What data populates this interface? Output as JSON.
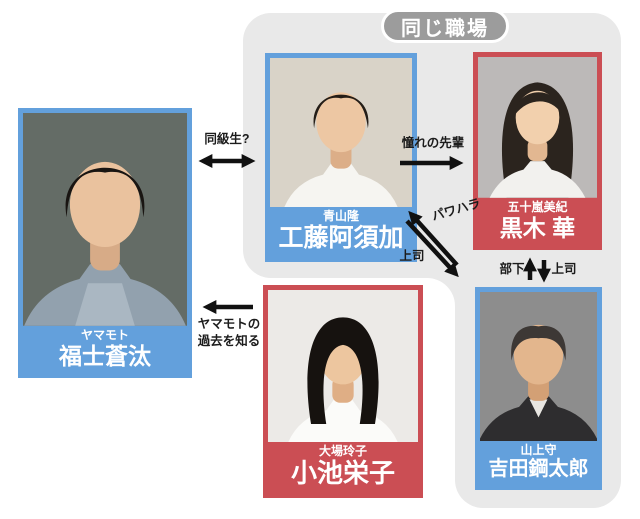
{
  "diagram": {
    "group_badge": "同じ職場",
    "people": [
      {
        "role": "ヤマモト",
        "actor": "福士蒼汰",
        "frame_color": "blue"
      },
      {
        "role": "青山隆",
        "actor": "工藤阿須加",
        "frame_color": "blue"
      },
      {
        "role": "五十嵐美紀",
        "actor": "黒木 華",
        "frame_color": "red"
      },
      {
        "role": "大場玲子",
        "actor": "小池栄子",
        "frame_color": "red"
      },
      {
        "role": "山上守",
        "actor": "吉田鋼太郎",
        "frame_color": "blue"
      }
    ],
    "relations": {
      "classmates": "同級生?",
      "admired_senior": "憧れの先輩",
      "power_harassment": "パワハラ",
      "boss_diagonal": "上司",
      "subordinate": "部下",
      "boss_vertical": "上司",
      "knows_past_line1": "ヤマモトの",
      "knows_past_line2": "過去を知る"
    },
    "colors": {
      "blue_frame": "#63a0dc",
      "red_frame": "#cb4e54",
      "panel_gray": "#e9e9e9",
      "badge_gray": "#9c9c9c",
      "arrow_black": "#111111"
    }
  }
}
